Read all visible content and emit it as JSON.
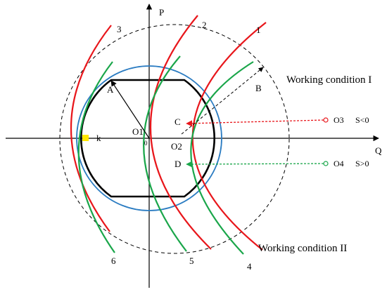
{
  "axes": {
    "p_label": "P",
    "q_label": "Q",
    "origin_label": "0"
  },
  "points": {
    "o1": "O1",
    "o2": "O2",
    "o3": "O3",
    "o4": "O4",
    "a": "A",
    "b": "B",
    "c": "C",
    "d": "D",
    "k": "k"
  },
  "conditions": {
    "s_neg": "S<0",
    "s_pos": "S>0",
    "working_1": "Working condition I",
    "working_2": "Working condition II"
  },
  "curves": {
    "c1": "1",
    "c2": "2",
    "c3": "3",
    "c4": "4",
    "c5": "5",
    "c6": "6"
  },
  "colors": {
    "red": "#e8161b",
    "green": "#1aa64a",
    "blue": "#2b7cc2",
    "black": "#000000",
    "marker": "#ffe600"
  }
}
